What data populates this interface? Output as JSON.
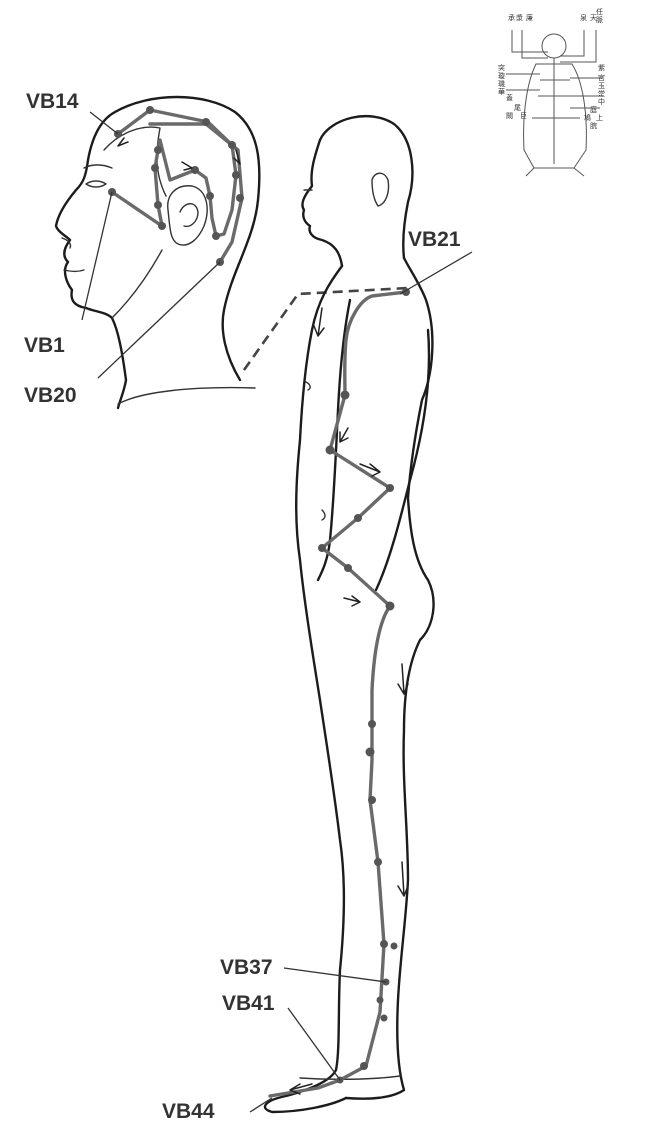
{
  "diagram": {
    "labels": {
      "vb14": "VB14",
      "vb1": "VB1",
      "vb20": "VB20",
      "vb21": "VB21",
      "vb37": "VB37",
      "vb41": "VB41",
      "vb44": "VB44"
    },
    "reference_glyphs": [
      "任",
      "脈",
      "承",
      "漿",
      "廉",
      "泉",
      "天",
      "突",
      "璇",
      "璣",
      "華",
      "蓋",
      "紫",
      "宮",
      "玉",
      "堂",
      "中",
      "庭",
      "鳩",
      "尾",
      "巨",
      "闕",
      "上",
      "脘"
    ]
  },
  "colors": {
    "meridian": "#6a6a6a",
    "outline": "#1c1c1c",
    "label": "#333333"
  }
}
